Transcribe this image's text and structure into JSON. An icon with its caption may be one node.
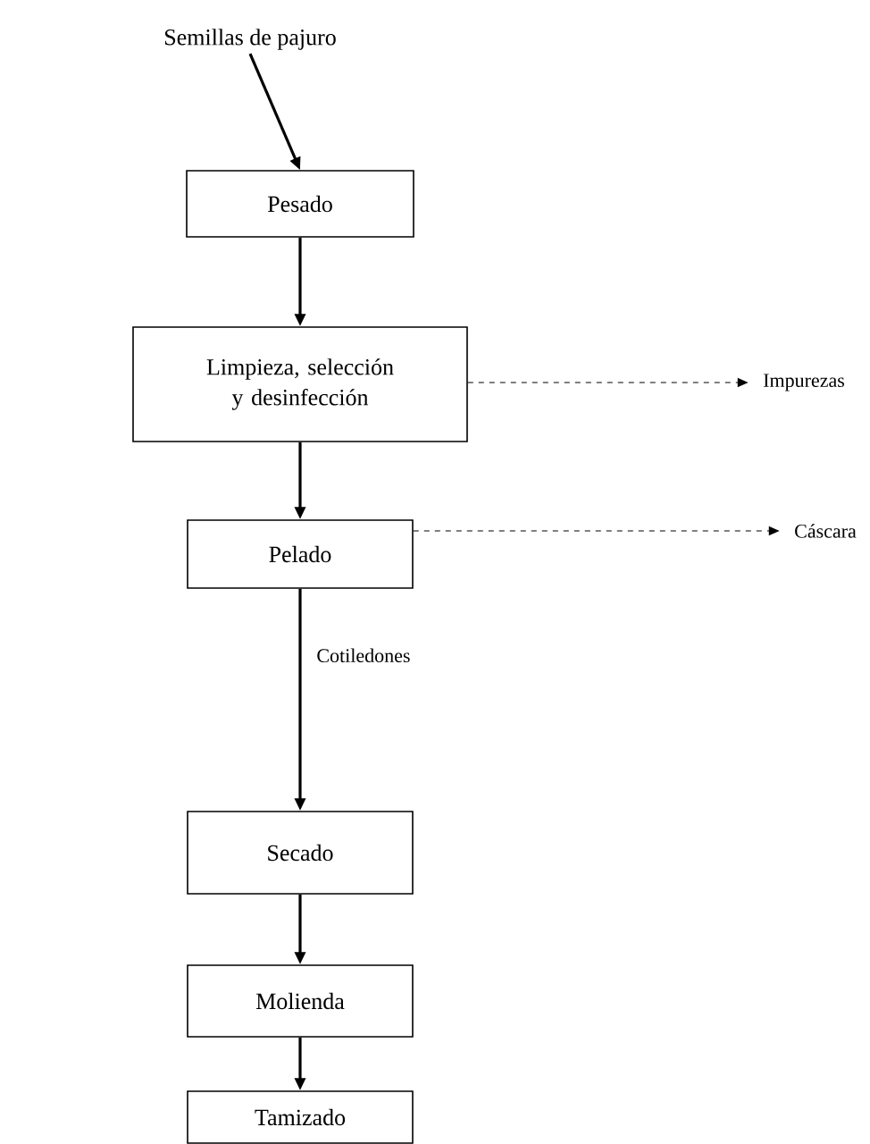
{
  "diagram": {
    "nodes": [
      {
        "text": [
          "Semillas de pajuro"
        ]
      },
      {
        "text": [
          "Pesado"
        ]
      },
      {
        "text": [
          "Limpieza, selección y desinfección"
        ]
      },
      {
        "text": [
          "Impurezas"
        ]
      },
      {
        "text": [
          "Pelado"
        ]
      },
      {
        "text": [
          "Cáscara"
        ]
      },
      {
        "text": [
          "Secado"
        ]
      },
      {
        "text": [
          "Molienda"
        ]
      },
      {
        "text": [
          "Tamizado"
        ]
      }
    ],
    "edges": [
      {
        "from": 0,
        "to": 1,
        "arrow": "to"
      },
      {
        "from": 1,
        "to": 2,
        "arrow": "to"
      },
      {
        "from": 2,
        "to": 3,
        "arrow": "to",
        "style": "dashed"
      },
      {
        "from": 2,
        "to": 4,
        "arrow": "to"
      },
      {
        "from": 4,
        "to": 5,
        "arrow": "to",
        "style": "dashed"
      },
      {
        "from": 4,
        "to": 6,
        "arrow": "to",
        "label": "Cotiledones"
      },
      {
        "from": 6,
        "to": 7,
        "arrow": "to"
      },
      {
        "from": 7,
        "to": 8,
        "arrow": "to"
      }
    ]
  }
}
